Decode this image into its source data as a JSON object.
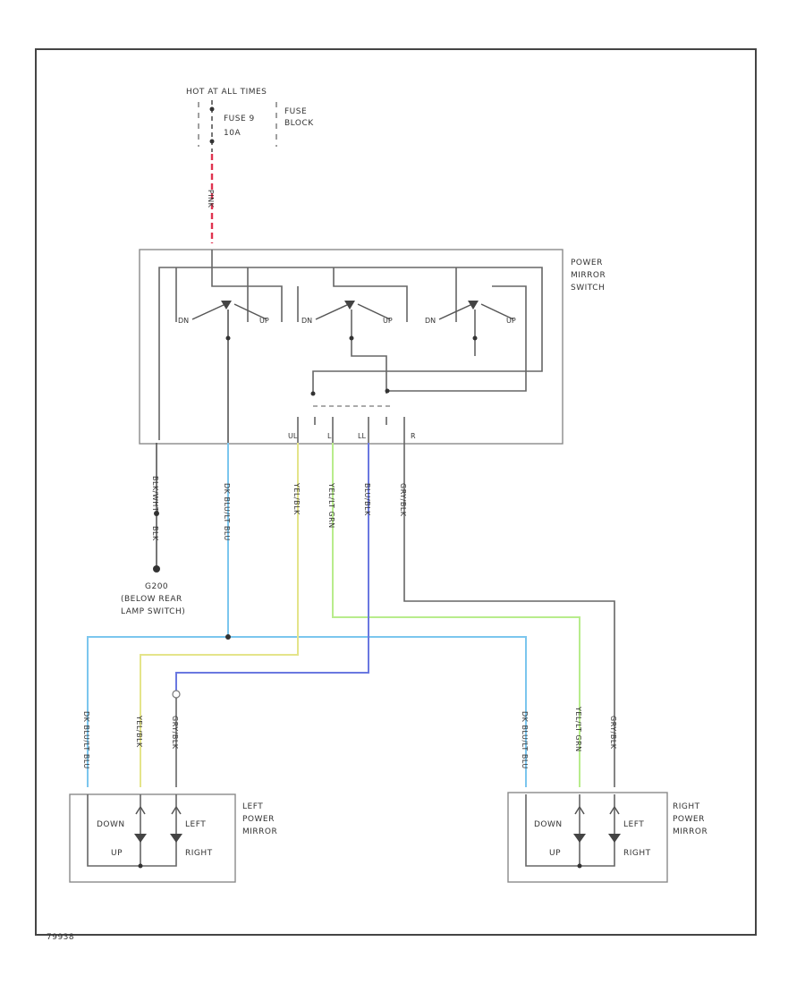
{
  "header": {
    "power_source": "HOT AT ALL TIMES",
    "fuse_label_1": "FUSE 9",
    "fuse_label_2": "10A",
    "fuse_block_1": "FUSE",
    "fuse_block_2": "BLOCK",
    "feed_wire": "PINK"
  },
  "switch": {
    "name_1": "POWER",
    "name_2": "MIRROR",
    "name_3": "SWITCH",
    "pins": [
      "UL",
      "L",
      "LL",
      "R"
    ]
  },
  "wires": {
    "ground": "BLK/WHT",
    "ground_end": "BLK",
    "w_ltblu": "DK BLU/LT BLU",
    "w_yel": "YEL/BLK",
    "w_ltgrn": "YEL/LT GRN",
    "w_blu": "BLU/BLK",
    "w_gry": "GRY/BLK",
    "left_a": "DK BLU/LT BLU",
    "left_b": "YEL/BLK",
    "left_c": "GRY/BLK",
    "right_a": "DK BLU/LT BLU",
    "right_b": "YEL/LT GRN",
    "right_c": "GRY/BLK"
  },
  "ground_point": {
    "id": "G200",
    "line_1": "(BELOW REAR",
    "line_2": "LAMP SWITCH)"
  },
  "left_mirror": {
    "down": "DOWN",
    "left": "LEFT",
    "up": "UP",
    "right": "RIGHT",
    "name_1": "LEFT",
    "name_2": "POWER",
    "name_3": "MIRROR"
  },
  "right_mirror": {
    "down": "DOWN",
    "left": "LEFT",
    "up": "UP",
    "right": "RIGHT",
    "name_1": "RIGHT",
    "name_2": "POWER",
    "name_3": "MIRROR"
  },
  "footer": {
    "code": "79938"
  },
  "colors": {
    "pink": "#e0334f",
    "lt_blue": "#7cc6ee",
    "yellow": "#e4e48a",
    "lt_green": "#b8ec8c",
    "blue": "#6a78e0",
    "gray": "#707070"
  }
}
